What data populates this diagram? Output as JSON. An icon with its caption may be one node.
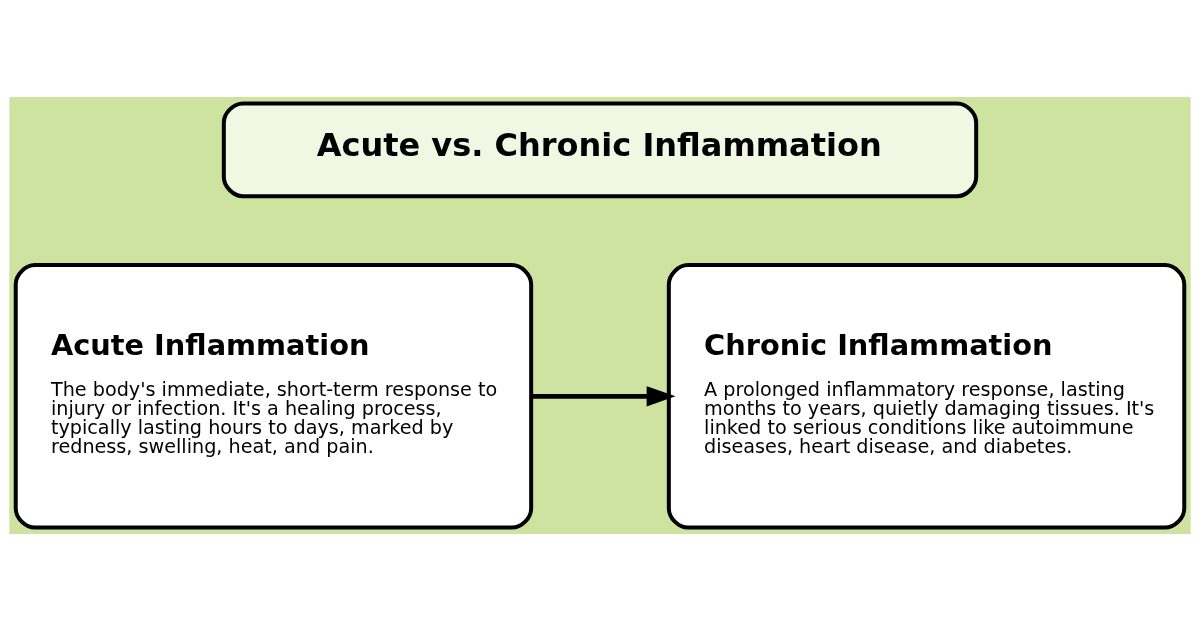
{
  "diagram": {
    "nodes": [
      {
        "text": [
          "Acute vs. Chronic Inflammation"
        ]
      },
      {
        "text": [
          "Acute Inflammation",
          "The body's immediate, short-term response to injury or infection. It's a healing process, typically lasting hours to days, marked by redness, swelling, heat, and pain."
        ]
      },
      {
        "text": [
          "Chronic Inflammation",
          "A prolonged inflammatory response, lasting months to years, quietly damaging tissues. It's linked to serious conditions like autoimmune diseases, heart disease, and diabetes."
        ]
      }
    ],
    "edges": [
      {
        "from": 1,
        "to": 2,
        "arrow": "to"
      }
    ]
  }
}
